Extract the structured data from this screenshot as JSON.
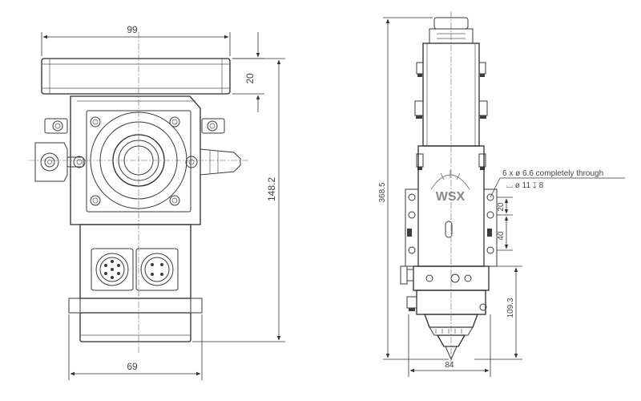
{
  "drawing": {
    "front_view": {
      "dim_width_top": "99",
      "dim_height_top": "20",
      "dim_height_total": "148.2",
      "dim_width_bottom": "69"
    },
    "side_view": {
      "dim_height_total": "368.5",
      "dim_hole_spacing_1": "20",
      "dim_hole_spacing_2": "40",
      "dim_lower_height": "109.3",
      "dim_width_bottom": "84",
      "note_holes": "6 x ø 6.6 completely through",
      "note_counterbore": "⌴ ø 11 ↧ 8",
      "logo_text": "WSX"
    }
  },
  "colors": {
    "line": "#3a3a3a",
    "background": "#ffffff",
    "text": "#444444"
  }
}
